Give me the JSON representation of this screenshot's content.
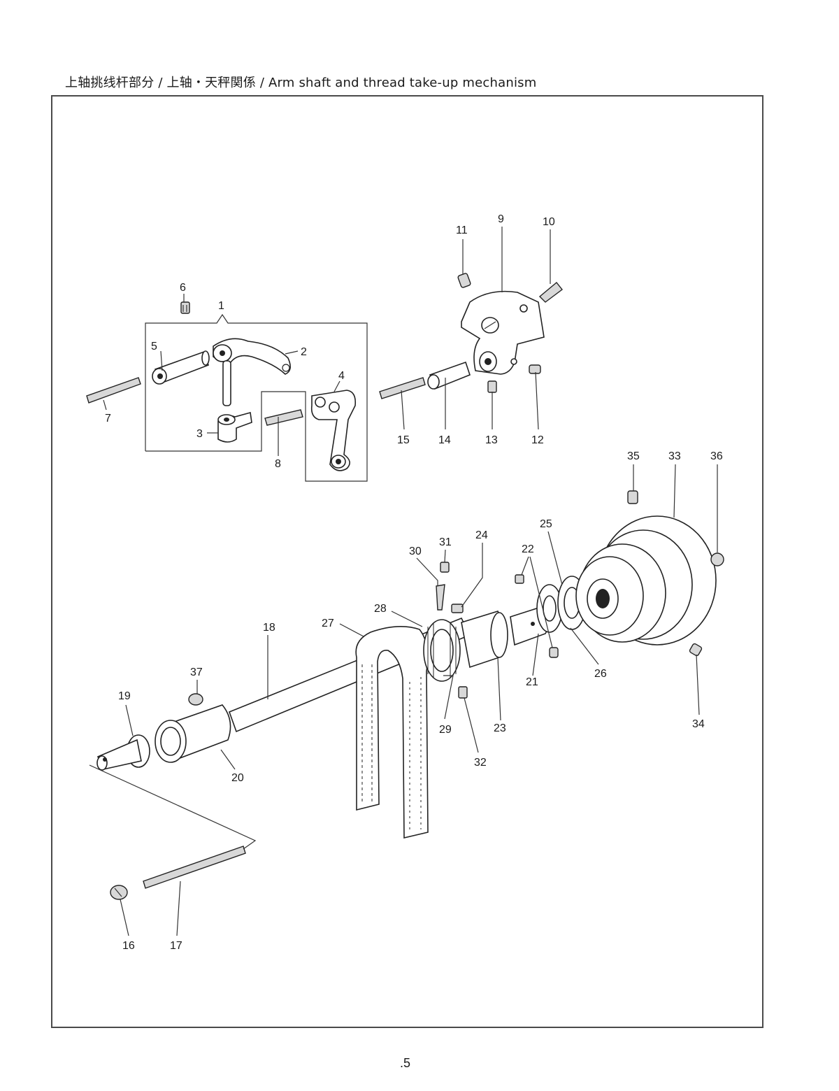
{
  "header": {
    "title": "上轴挑线杆部分 / 上轴・天秤関係 / Arm shaft and thread take-up mechanism"
  },
  "footer": {
    "page_number": ".5"
  },
  "callouts": [
    "1",
    "2",
    "3",
    "4",
    "5",
    "6",
    "7",
    "8",
    "9",
    "10",
    "11",
    "12",
    "13",
    "14",
    "15",
    "16",
    "17",
    "18",
    "19",
    "20",
    "21",
    "22",
    "23",
    "24",
    "25",
    "26",
    "27",
    "28",
    "29",
    "30",
    "31",
    "32",
    "33",
    "34",
    "35",
    "36",
    "37"
  ]
}
